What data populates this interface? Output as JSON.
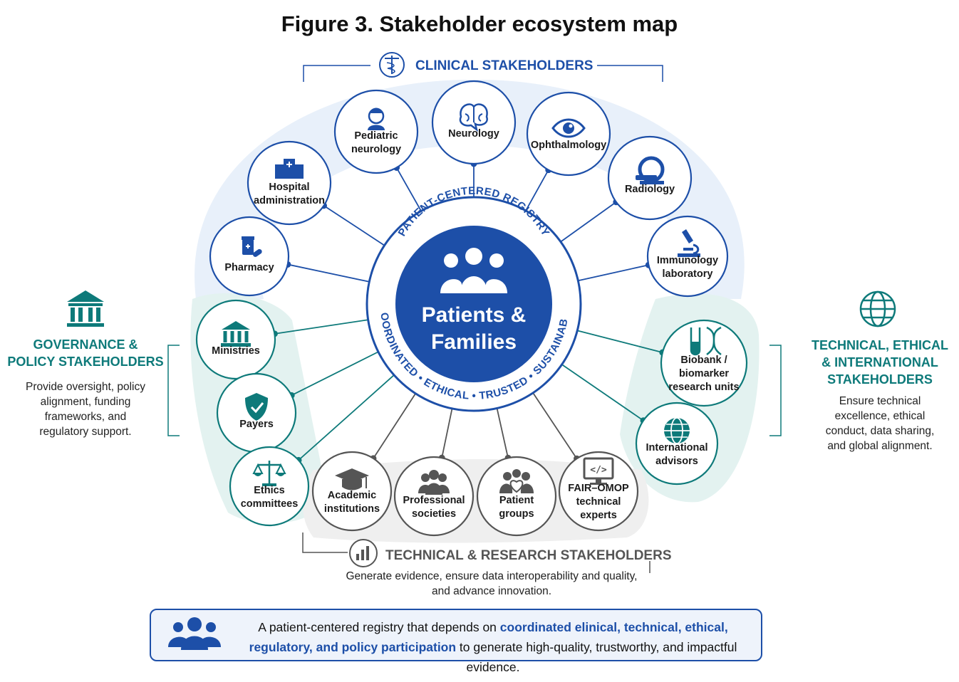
{
  "title": "Figure 3. Stakeholder ecosystem map",
  "center": {
    "label_line1": "Patients &",
    "label_line2": "Families",
    "arc_top": "PATIENT-CENTERED REGISTRY",
    "arc_bottom": "COORDINATED • ETHICAL • TRUSTED • SUSTAINABLE"
  },
  "groups": {
    "clinical": {
      "title": "CLINICAL STAKEHOLDERS",
      "color": "#1d4fa8"
    },
    "governance": {
      "title_line1": "GOVERNANCE &",
      "title_line2": "POLICY STAKEHOLDERS",
      "desc": [
        "Provide oversight, policy",
        "alignment, funding",
        "frameworks, and",
        "regulatory support."
      ],
      "color": "#0e7a7a"
    },
    "technical_ethical": {
      "title_line1": "TECHNICAL, ETHICAL",
      "title_line2": "& INTERNATIONAL",
      "title_line3": "STAKEHOLDERS",
      "desc": [
        "Ensure technical",
        "excellence, ethical",
        "conduct, data sharing,",
        "and global alignment."
      ],
      "color": "#0e7a7a"
    },
    "research": {
      "title": "TECHNICAL & RESEARCH STAKEHOLDERS",
      "desc": [
        "Generate evidence, ensure data interoperability and quality,",
        "and advance innovation."
      ],
      "color": "#555555"
    }
  },
  "nodes": {
    "pharmacy": {
      "lines": [
        "Pharmacy"
      ],
      "icon": "pill-bottle-icon",
      "group": "clinical"
    },
    "hospital": {
      "lines": [
        "Hospital",
        "administration"
      ],
      "icon": "hospital-icon",
      "group": "clinical"
    },
    "pediatric": {
      "lines": [
        "Pediatric",
        "neurology"
      ],
      "icon": "child-icon",
      "group": "clinical"
    },
    "neurology": {
      "lines": [
        "Neurology"
      ],
      "icon": "brain-icon",
      "group": "clinical"
    },
    "ophthalmology": {
      "lines": [
        "Ophthalmology"
      ],
      "icon": "eye-icon",
      "group": "clinical"
    },
    "radiology": {
      "lines": [
        "Radiology"
      ],
      "icon": "mri-scanner-icon",
      "group": "clinical"
    },
    "immunology": {
      "lines": [
        "Immunology",
        "laboratory"
      ],
      "icon": "microscope-icon",
      "group": "clinical"
    },
    "ministries": {
      "lines": [
        "Ministries"
      ],
      "icon": "government-building-icon",
      "group": "governance"
    },
    "payers": {
      "lines": [
        "Payers"
      ],
      "icon": "shield-check-icon",
      "group": "governance"
    },
    "ethics": {
      "lines": [
        "Ethics",
        "committees"
      ],
      "icon": "scales-icon",
      "group": "governance"
    },
    "academic": {
      "lines": [
        "Academic",
        "institutions"
      ],
      "icon": "graduation-cap-icon",
      "group": "research"
    },
    "professional": {
      "lines": [
        "Professional",
        "societies"
      ],
      "icon": "people-group-icon",
      "group": "research"
    },
    "patient_groups": {
      "lines": [
        "Patient",
        "groups"
      ],
      "icon": "people-heart-icon",
      "group": "research"
    },
    "fair": {
      "lines": [
        "FAIR–OMOP",
        "technical",
        "experts"
      ],
      "icon": "code-monitor-icon",
      "group": "research"
    },
    "biobank": {
      "lines": [
        "Biobank /",
        "biomarker",
        "research units"
      ],
      "icon": "test-tube-dna-icon",
      "group": "technical"
    },
    "international": {
      "lines": [
        "International",
        "advisors"
      ],
      "icon": "globe-icon",
      "group": "technical"
    }
  },
  "footer": {
    "text_1": "A patient-centered registry that depends on ",
    "text_highlight_1": "coordinated elinical, technical, ethical,",
    "text_highlight_2": "regulatory, and policy participation",
    "text_2": " to generate high-quality, trustworthy, and impactful evidence.",
    "icon": "people-group-icon"
  },
  "colors": {
    "clinical_blue": "#1d4fa8",
    "teal": "#0e7a7a",
    "gray": "#555555",
    "center_blue": "#1d4fa8"
  }
}
